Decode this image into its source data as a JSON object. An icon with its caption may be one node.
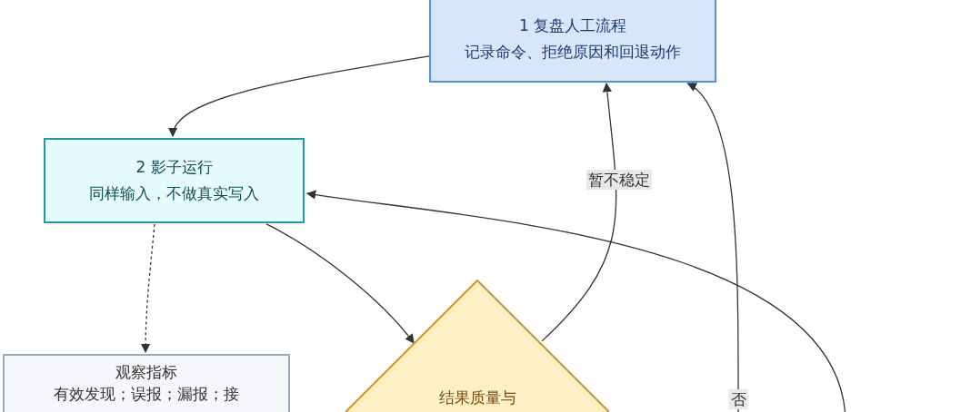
{
  "diagram": {
    "nodes": [
      {
        "text": [
          "1 复盘人工流程",
          "记录命令、拒绝原因和回退动作"
        ]
      },
      {
        "text": [
          "2 影子运行",
          "同样输入，不做真实写入"
        ]
      },
      {
        "text": [
          "观察指标",
          "有效发现；误报；漏报；接"
        ]
      },
      {
        "text": [
          "结果质量与"
        ]
      }
    ],
    "edges": [
      {
        "from": 0,
        "to": 1,
        "arrow": "to"
      },
      {
        "from": 1,
        "to": 2,
        "arrow": "to",
        "style": "dashed"
      },
      {
        "from": 1,
        "to": 3,
        "arrow": "to"
      },
      {
        "from": 3,
        "to": 0,
        "arrow": "to",
        "label": "暂不稳定"
      },
      {
        "from": null,
        "to": 0,
        "arrow": "to",
        "label": "否"
      },
      {
        "from": null,
        "to": 1,
        "arrow": "to"
      }
    ]
  }
}
